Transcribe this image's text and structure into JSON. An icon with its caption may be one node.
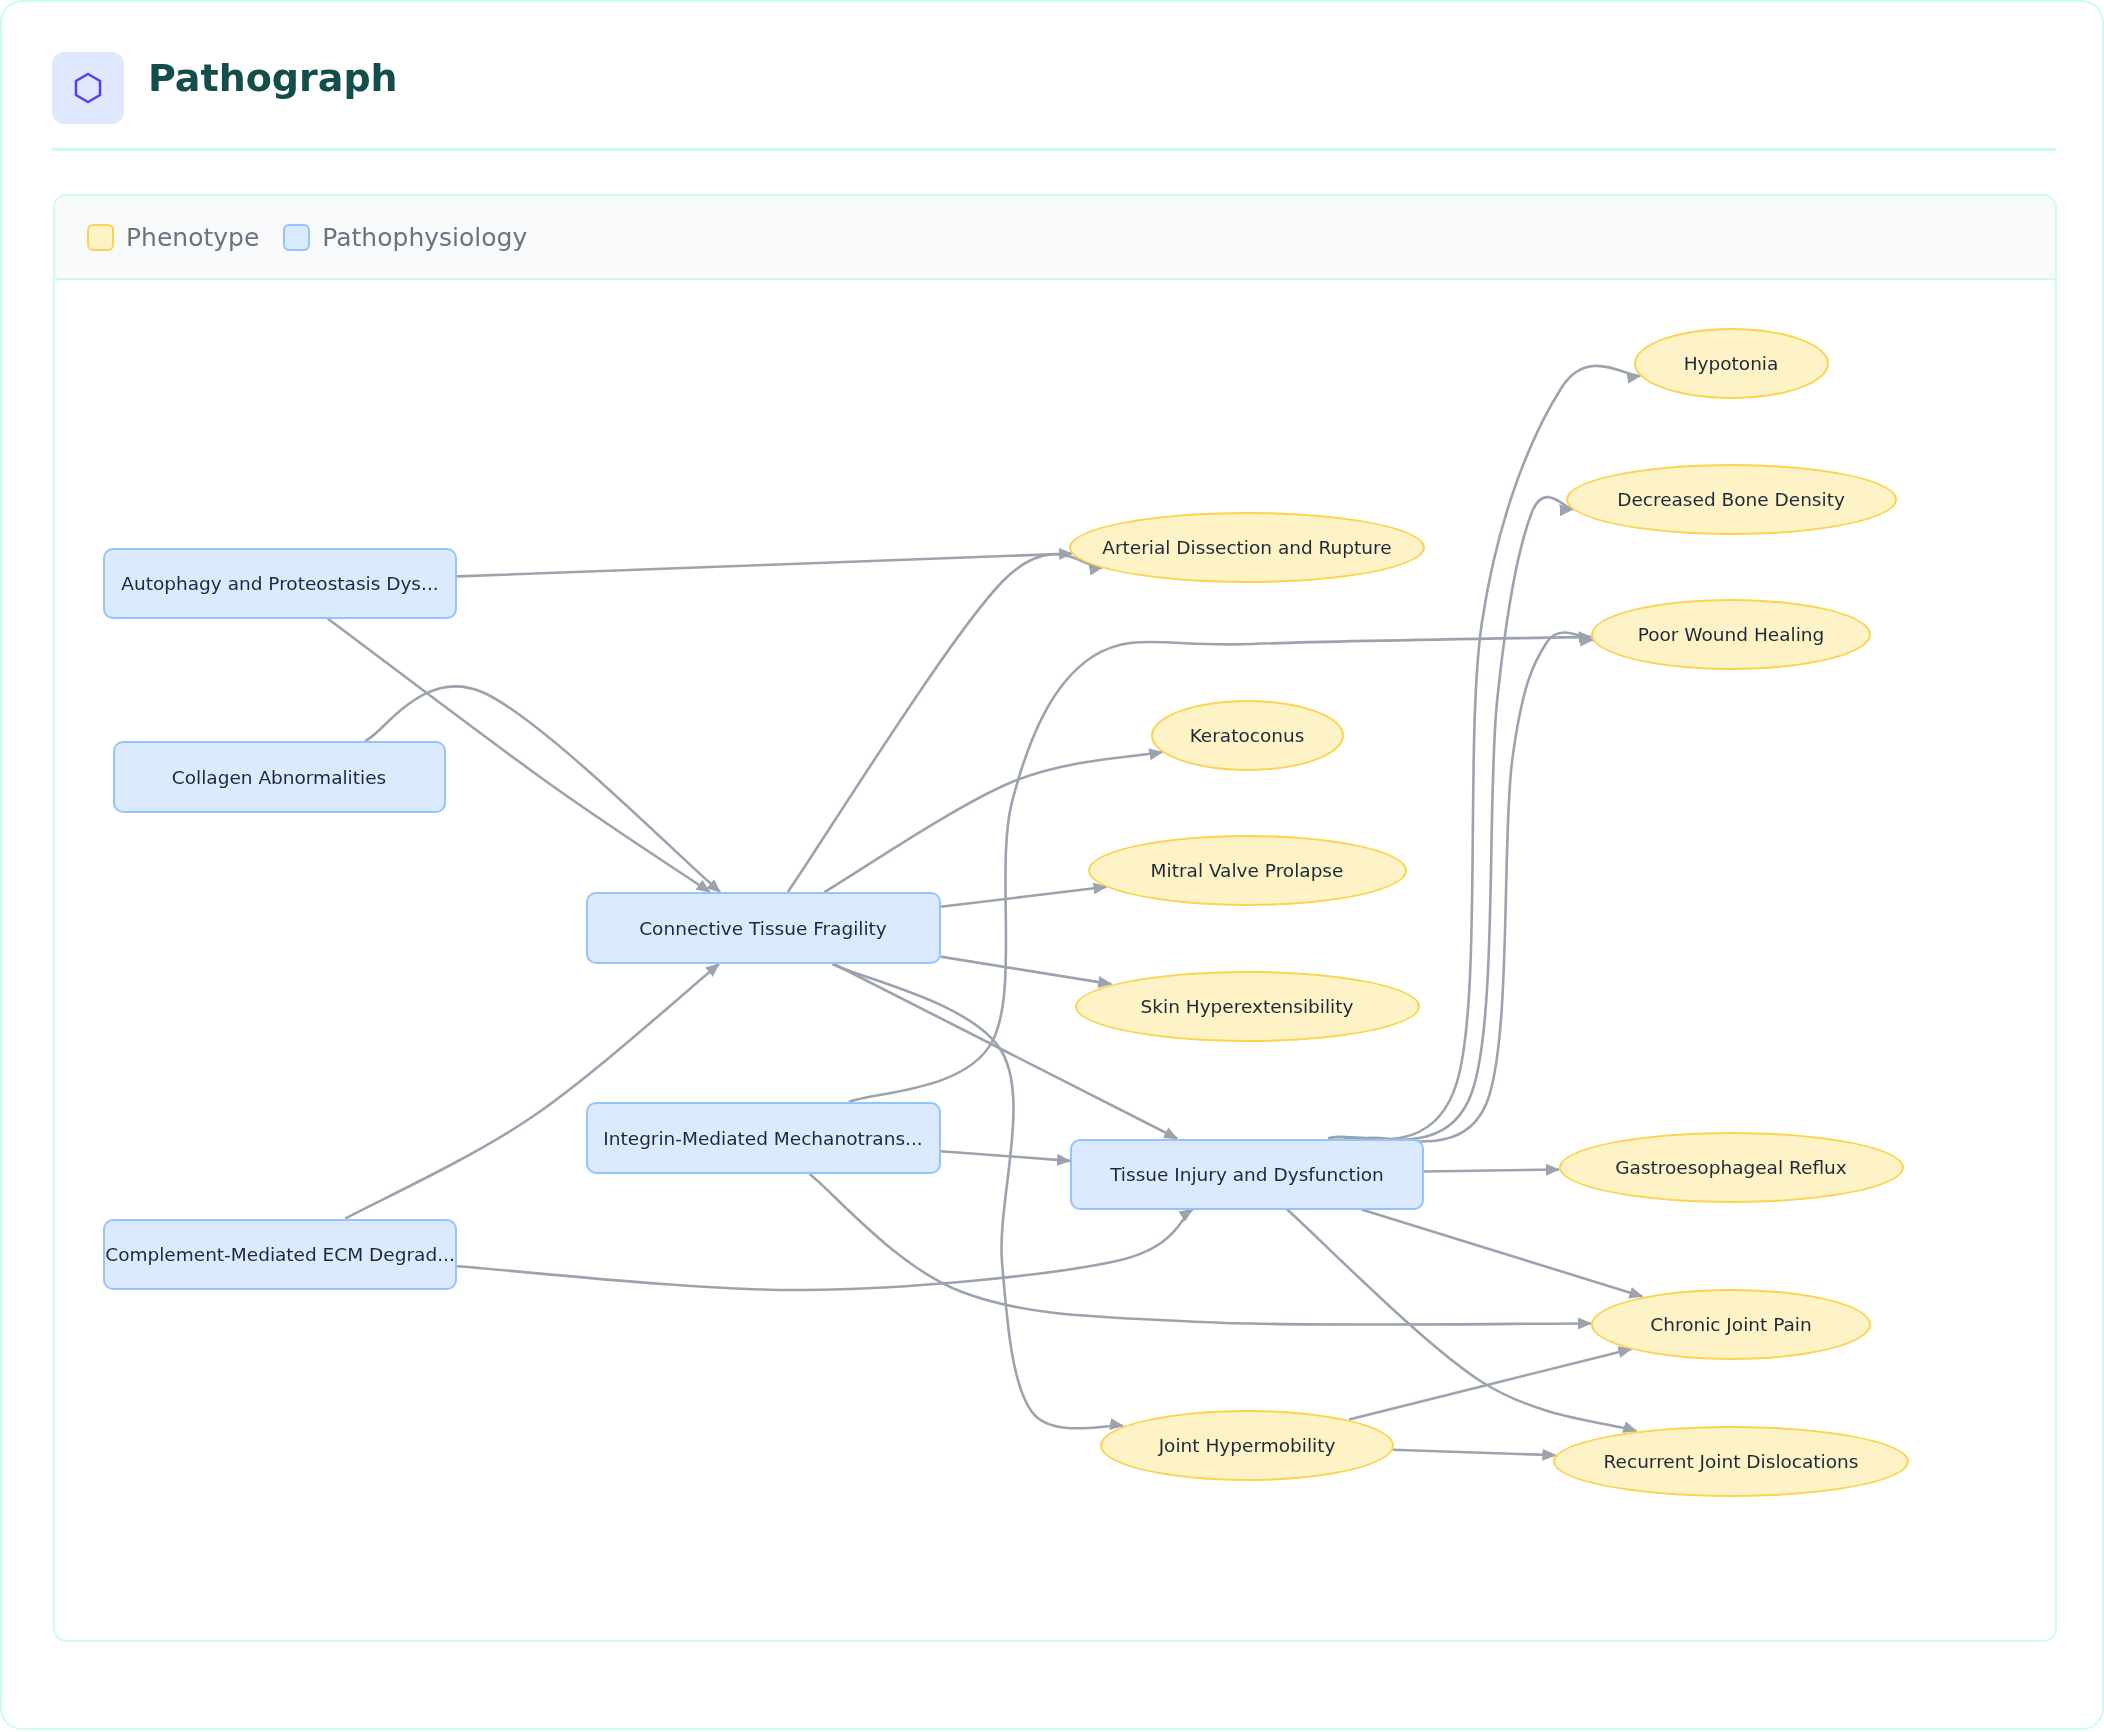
{
  "diagram": {
    "title": "Pathograph",
    "nodes": [
      {
        "text": [
          "Autophagy and Proteostasis Dys..."
        ]
      },
      {
        "text": [
          "Collagen Abnormalities"
        ]
      },
      {
        "text": [
          "Connective Tissue Fragility"
        ]
      },
      {
        "text": [
          "Integrin-Mediated Mechanotrans..."
        ]
      },
      {
        "text": [
          "Complement-Mediated ECM Degrad..."
        ]
      },
      {
        "text": [
          "Tissue Injury and Dysfunction"
        ]
      },
      {
        "text": [
          "Hypotonia"
        ]
      },
      {
        "text": [
          "Decreased Bone Density"
        ]
      },
      {
        "text": [
          "Arterial Dissection and Rupture"
        ]
      },
      {
        "text": [
          "Poor Wound Healing"
        ]
      },
      {
        "text": [
          "Keratoconus"
        ]
      },
      {
        "text": [
          "Mitral Valve Prolapse"
        ]
      },
      {
        "text": [
          "Skin Hyperextensibility"
        ]
      },
      {
        "text": [
          "Gastroesophageal Reflux"
        ]
      },
      {
        "text": [
          "Chronic Joint Pain"
        ]
      },
      {
        "text": [
          "Joint Hypermobility"
        ]
      },
      {
        "text": [
          "Recurrent Joint Dislocations"
        ]
      }
    ],
    "edges": [
      {
        "from": 0,
        "to": 8,
        "arrow": "to"
      },
      {
        "from": 0,
        "to": 2,
        "arrow": "to"
      },
      {
        "from": 1,
        "to": 2,
        "arrow": "to"
      },
      {
        "from": 2,
        "to": 8,
        "arrow": "to"
      },
      {
        "from": 2,
        "to": 10,
        "arrow": "to"
      },
      {
        "from": 3,
        "to": 9,
        "arrow": "to"
      },
      {
        "from": 2,
        "to": 11,
        "arrow": "to"
      },
      {
        "from": 2,
        "to": 12,
        "arrow": "to"
      },
      {
        "from": 2,
        "to": 5,
        "arrow": "to"
      },
      {
        "from": 2,
        "to": 15,
        "arrow": "to"
      },
      {
        "from": 4,
        "to": 2,
        "arrow": "to"
      },
      {
        "from": 4,
        "to": 5,
        "arrow": "to"
      },
      {
        "from": 3,
        "to": 5,
        "arrow": "to"
      },
      {
        "from": 3,
        "to": 14,
        "arrow": "to"
      },
      {
        "from": 5,
        "to": 6,
        "arrow": "to"
      },
      {
        "from": 5,
        "to": 7,
        "arrow": "to"
      },
      {
        "from": 5,
        "to": 9,
        "arrow": "to"
      },
      {
        "from": 5,
        "to": 13,
        "arrow": "to"
      },
      {
        "from": 5,
        "to": 14,
        "arrow": "to"
      },
      {
        "from": 5,
        "to": 16,
        "arrow": "to"
      },
      {
        "from": 15,
        "to": 14,
        "arrow": "to"
      },
      {
        "from": 15,
        "to": 16,
        "arrow": "to"
      }
    ],
    "legend": [
      {
        "text": "Phenotype",
        "color": "#fef3c7"
      },
      {
        "text": "Pathophysiology",
        "color": "#dbeafe"
      }
    ]
  }
}
